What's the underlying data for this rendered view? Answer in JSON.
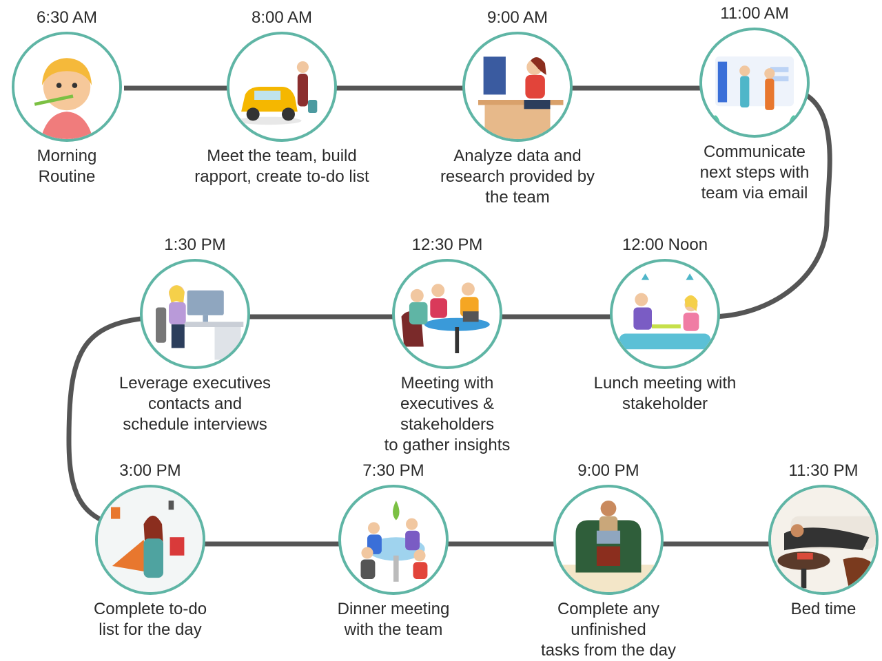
{
  "timeline": [
    {
      "time": "6:30 AM",
      "desc_lines": [
        "Morning",
        "Routine"
      ],
      "icon": "toothbrush-illustration-icon"
    },
    {
      "time": "8:00 AM",
      "desc_lines": [
        "Meet the team, build",
        "rapport, create to-do list"
      ],
      "icon": "taxi-commute-illustration-icon"
    },
    {
      "time": "9:00 AM",
      "desc_lines": [
        "Analyze data and",
        "research provided by",
        "the team"
      ],
      "icon": "desk-computer-illustration-icon"
    },
    {
      "time": "11:00 AM",
      "desc_lines": [
        "Communicate",
        "next steps with",
        "team via email"
      ],
      "icon": "email-communication-illustration-icon"
    },
    {
      "time": "12:00 Noon",
      "desc_lines": [
        "Lunch meeting with",
        "stakeholder"
      ],
      "icon": "lunch-meeting-illustration-icon"
    },
    {
      "time": "12:30 PM",
      "desc_lines": [
        "Meeting with",
        "executives & stakeholders",
        "to gather insights"
      ],
      "icon": "group-meeting-illustration-icon"
    },
    {
      "time": "1:30 PM",
      "desc_lines": [
        "Leverage executives",
        "contacts and",
        "schedule interviews"
      ],
      "icon": "office-desk-illustration-icon"
    },
    {
      "time": "3:00 PM",
      "desc_lines": [
        "Complete to-do",
        "list for the day"
      ],
      "icon": "multitasking-illustration-icon"
    },
    {
      "time": "7:30 PM",
      "desc_lines": [
        "Dinner meeting",
        "with the team"
      ],
      "icon": "dinner-meeting-illustration-icon"
    },
    {
      "time": "9:00 PM",
      "desc_lines": [
        "Complete any unfinished",
        "tasks from the day"
      ],
      "icon": "laptop-armchair-illustration-icon"
    },
    {
      "time": "11:30 PM",
      "desc_lines": [
        "Bed time"
      ],
      "icon": "resting-sofa-illustration-icon"
    }
  ],
  "colors": {
    "connector": "#555555",
    "circle_border": "#5fb5a5",
    "text": "#2b2b2b"
  }
}
